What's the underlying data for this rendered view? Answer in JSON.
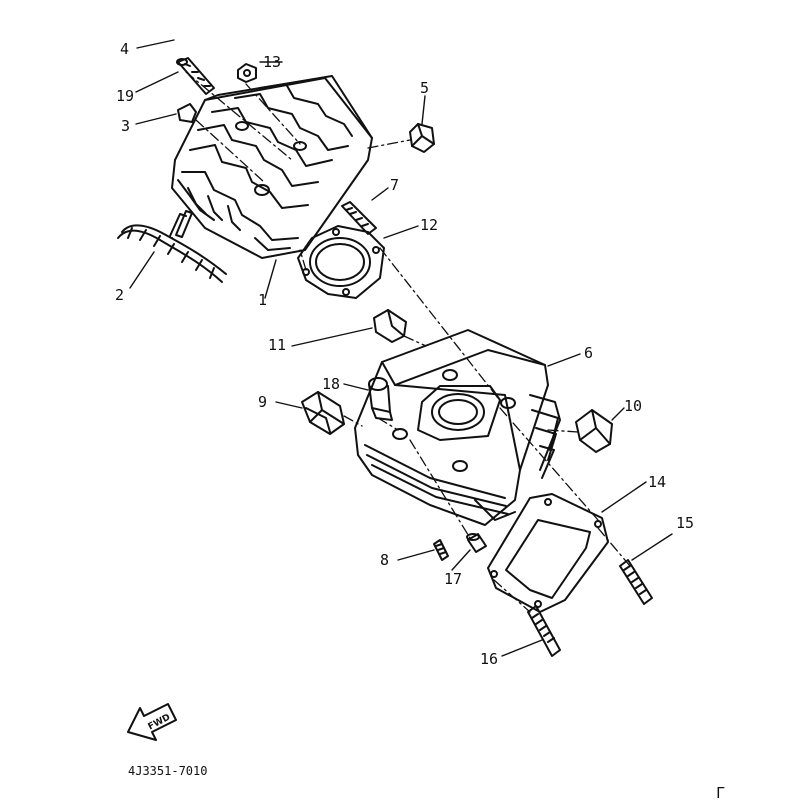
{
  "diagram": {
    "callouts": [
      {
        "id": "label-4",
        "text": "4"
      },
      {
        "id": "label-13",
        "text": "13"
      },
      {
        "id": "label-19",
        "text": "19"
      },
      {
        "id": "label-3",
        "text": "3"
      },
      {
        "id": "label-5",
        "text": "5"
      },
      {
        "id": "label-7",
        "text": "7"
      },
      {
        "id": "label-12",
        "text": "12"
      },
      {
        "id": "label-2",
        "text": "2"
      },
      {
        "id": "label-1",
        "text": "1"
      },
      {
        "id": "label-11",
        "text": "11"
      },
      {
        "id": "label-6",
        "text": "6"
      },
      {
        "id": "label-18",
        "text": "18"
      },
      {
        "id": "label-9",
        "text": "9"
      },
      {
        "id": "label-10",
        "text": "10"
      },
      {
        "id": "label-14",
        "text": "14"
      },
      {
        "id": "label-15",
        "text": "15"
      },
      {
        "id": "label-8",
        "text": "8"
      },
      {
        "id": "label-17",
        "text": "17"
      },
      {
        "id": "label-16",
        "text": "16"
      }
    ],
    "fwd_arrow_text": "FWD",
    "drawing_code": "4J3351-7010",
    "corner_mark": "Γ"
  }
}
